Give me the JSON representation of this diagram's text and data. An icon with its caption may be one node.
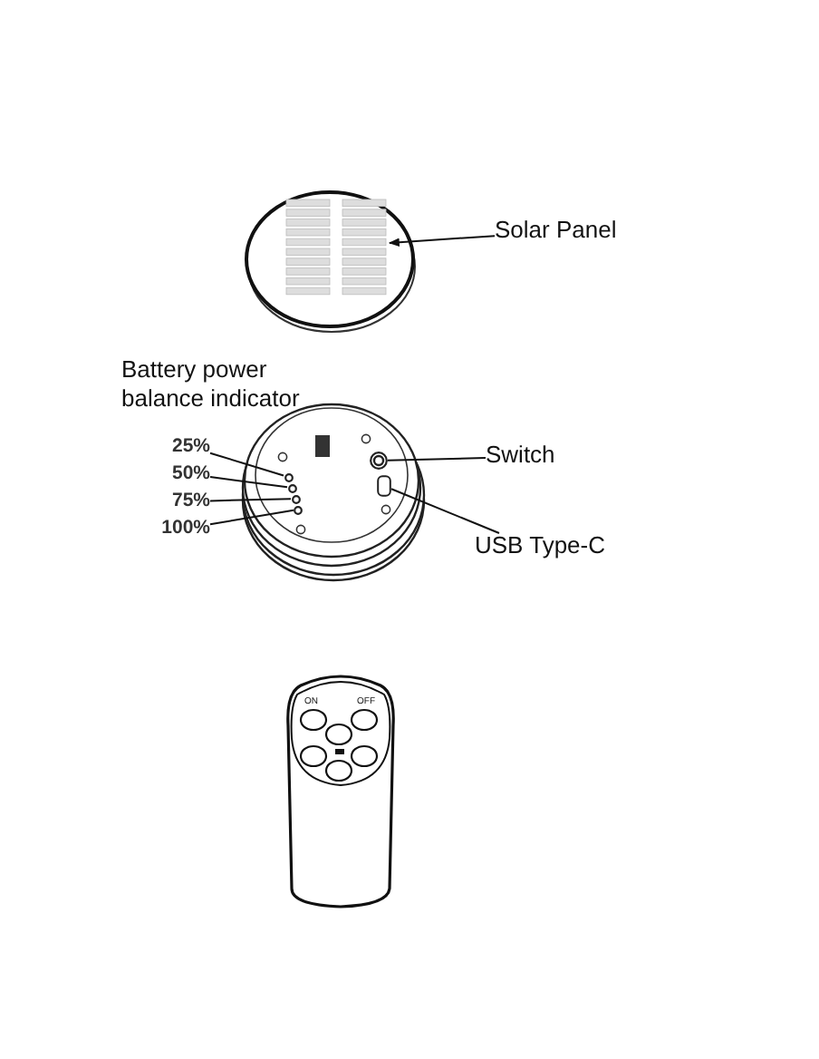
{
  "diagram": {
    "nodes": [
      {
        "text": [
          "Solar Panel"
        ]
      },
      {
        "text": [],
        "shape": "box"
      },
      {
        "text": [
          "25%"
        ]
      },
      {
        "text": [
          "50%"
        ]
      },
      {
        "text": [
          "75%"
        ]
      },
      {
        "text": [
          "100%"
        ]
      },
      {
        "text": [],
        "shape": "circle"
      },
      {
        "text": [],
        "shape": "circle"
      },
      {
        "text": [],
        "shape": "circle"
      },
      {
        "text": [],
        "shape": "circle"
      },
      {
        "text": [
          "Switch"
        ]
      },
      {
        "text": [],
        "shape": "circle"
      },
      {
        "text": [
          "USB Type-C"
        ]
      },
      {
        "text": [],
        "shape": "box"
      }
    ],
    "edges": [
      {
        "from": 0,
        "to": 1,
        "arrow": "to"
      },
      {
        "from": 2,
        "to": 6,
        "arrow": "none"
      },
      {
        "from": 3,
        "to": 7,
        "arrow": "none"
      },
      {
        "from": 4,
        "to": 8,
        "arrow": "none"
      },
      {
        "from": 5,
        "to": 9,
        "arrow": "none"
      },
      {
        "from": 10,
        "to": 11,
        "arrow": "none"
      },
      {
        "from": 12,
        "to": 13,
        "arrow": "none"
      }
    ],
    "labels": [
      "Battery power balance indicator",
      "ON",
      "OFF"
    ]
  }
}
